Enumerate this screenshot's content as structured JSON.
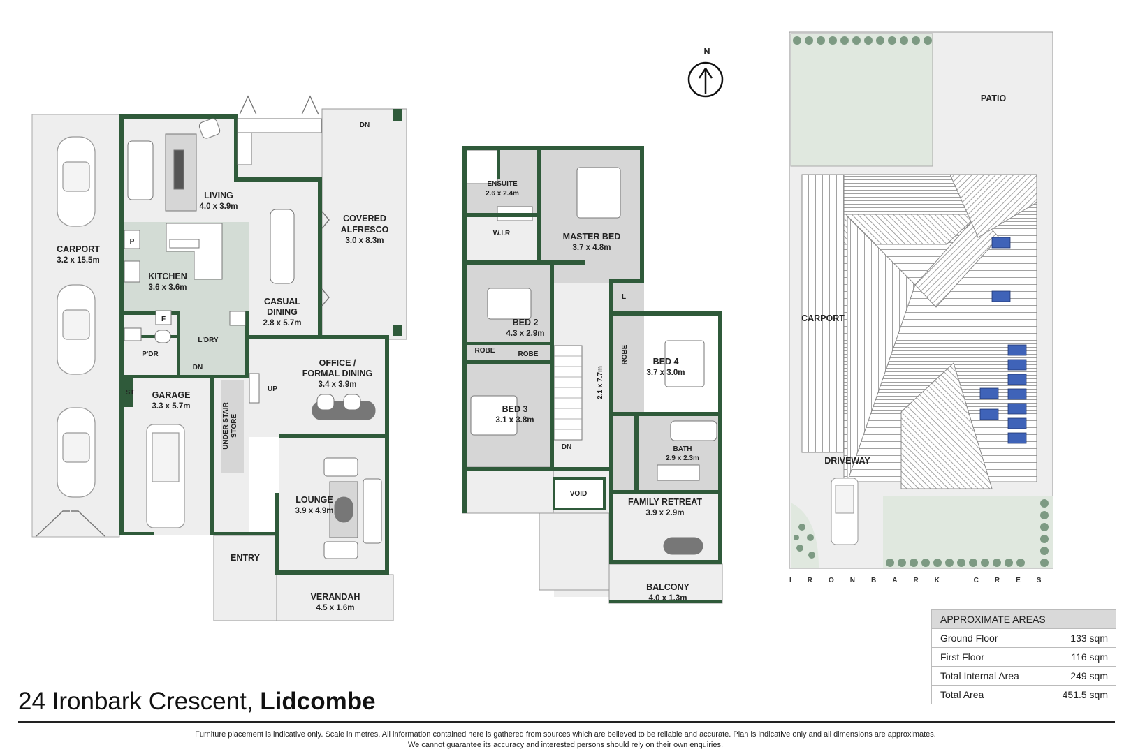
{
  "compass": {
    "label": "N"
  },
  "ground_floor": {
    "carport": {
      "name": "CARPORT",
      "dim": "3.2 x 15.5m"
    },
    "living": {
      "name": "LIVING",
      "dim": "4.0 x 3.9m"
    },
    "kitchen": {
      "name": "KITCHEN",
      "dim": "3.6 x 3.6m"
    },
    "pantry": "P",
    "fridge": "F",
    "casual_dining": {
      "name": "CASUAL",
      "name2": "DINING",
      "dim": "2.8 x 5.7m"
    },
    "covered_alfresco": {
      "name": "COVERED",
      "name2": "ALFRESCO",
      "dim": "3.0 x 8.3m"
    },
    "alfresco_dn": "DN",
    "laundry": "L'DRY",
    "powder": "P'DR",
    "laundry_dn": "DN",
    "store": "ST",
    "garage": {
      "name": "GARAGE",
      "dim": "3.3 x 5.7m"
    },
    "under_stair": {
      "name": "UNDER STAIR",
      "name2": "STORE"
    },
    "stair_up": "UP",
    "office": {
      "name": "OFFICE /",
      "name2": "FORMAL DINING",
      "dim": "3.4 x 3.9m"
    },
    "lounge": {
      "name": "LOUNGE",
      "dim": "3.9 x 4.9m"
    },
    "entry": "ENTRY",
    "verandah": {
      "name": "VERANDAH",
      "dim": "4.5 x 1.6m"
    }
  },
  "first_floor": {
    "ensuite": {
      "name": "ENSUITE",
      "dim": "2.6 x 2.4m"
    },
    "wir": "W.I.R",
    "master": {
      "name": "MASTER BED",
      "dim": "3.7 x 4.8m"
    },
    "bed2": {
      "name": "BED 2",
      "dim": "4.3 x 2.9m"
    },
    "robe1": "ROBE",
    "robe2": "ROBE",
    "robe3": "ROBE",
    "linen": "L",
    "bed3": {
      "name": "BED 3",
      "dim": "3.1 x 3.8m"
    },
    "bed4": {
      "name": "BED 4",
      "dim": "3.7 x 3.0m"
    },
    "hall_dim": "2.1 x 7.7m",
    "stair_dn": "DN",
    "bath": {
      "name": "BATH",
      "dim": "2.9 x 2.3m"
    },
    "void": "VOID",
    "family": {
      "name": "FAMILY RETREAT",
      "dim": "3.9 x 2.9m"
    },
    "balcony": {
      "name": "BALCONY",
      "dim": "4.0 x 1.3m"
    }
  },
  "site": {
    "patio": "PATIO",
    "carport": "CARPORT",
    "driveway": "DRIVEWAY",
    "street": "IRONBARK CRES"
  },
  "areas": {
    "header": "APPROXIMATE AREAS",
    "rows": [
      {
        "label": "Ground Floor",
        "value": "133 sqm"
      },
      {
        "label": "First Floor",
        "value": "116 sqm"
      },
      {
        "label": "Total Internal Area",
        "value": "249 sqm"
      },
      {
        "label": "Total  Area",
        "value": "451.5 sqm"
      }
    ]
  },
  "address": {
    "street": "24 Ironbark Crescent, ",
    "suburb": "Lidcombe"
  },
  "disclaimer": {
    "line1": "Furniture placement is indicative only. Scale in metres. All information contained here is gathered from sources which are believed to be reliable and accurate. Plan is indicative only and all dimensions are approximates.",
    "line2": "We cannot guarantee its accuracy and interested persons should rely on their own enquiries."
  },
  "colors": {
    "wall": "#2f5a3a",
    "floor": "#eeeeee",
    "floor_dark": "#d6d6d6",
    "kitchen": "#d3dcd5",
    "lawn": "#e0e8df",
    "shrub": "#7d9a83",
    "solar": "#3f63b8"
  }
}
